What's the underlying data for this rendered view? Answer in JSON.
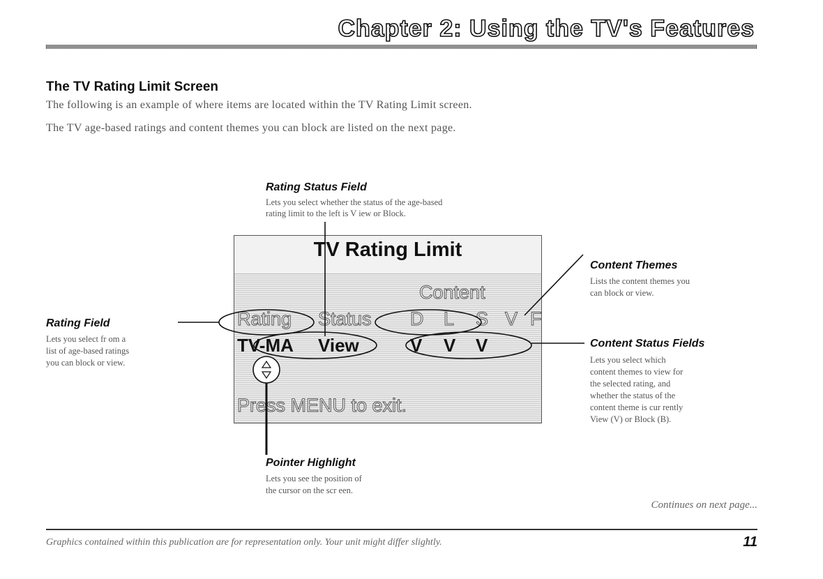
{
  "header": {
    "chapter_title": "Chapter 2: Using the TV's Features"
  },
  "section": {
    "title": "The TV Rating Limit Screen",
    "intro_1": "The following is an example of where items are located within the TV Rating Limit screen.",
    "intro_2": "The TV age-based ratings and content themes you can block are listed on the next page."
  },
  "callouts": {
    "rating_status_field": {
      "title": "Rating Status Field",
      "line_1": "Lets you select whether the status of the age-based",
      "line_2": "rating limit to the left is V   iew or Block."
    },
    "rating_field": {
      "title": "Rating Field",
      "line_1": "Lets you select fr  om a",
      "line_2": "list of age-based ratings",
      "line_3": "you can block or view."
    },
    "content_themes": {
      "title": "Content Themes",
      "line_1": "Lists the content themes you",
      "line_2": "can block or view."
    },
    "content_status_fields": {
      "title": "Content Status Fields",
      "line_1": "Lets you select which",
      "line_2": "content themes to view for",
      "line_3": "the selected rating, and",
      "line_4": "whether the status of the",
      "line_5": "content theme is cur   rently",
      "line_6": "View (V) or Block (B)."
    },
    "pointer_highlight": {
      "title": "Pointer Highlight",
      "line_1": "Lets you see the position of",
      "line_2": "the cursor on the scr  een."
    }
  },
  "screen": {
    "title": "TV Rating Limit",
    "content_label": "Content",
    "rating_label": "Rating",
    "status_label": "Status",
    "themes": [
      "D",
      "L",
      "S",
      "V",
      "FV"
    ],
    "rating_value": "TV-MA",
    "status_value": "View",
    "theme_status": [
      "V",
      "V",
      "V"
    ],
    "footer_hint": "Press MENU to exit."
  },
  "footer": {
    "continues": "Continues on next page...",
    "disclaimer": "Graphics contained within this publication are for representation only. Your unit might differ slightly.",
    "page_number": "11"
  }
}
